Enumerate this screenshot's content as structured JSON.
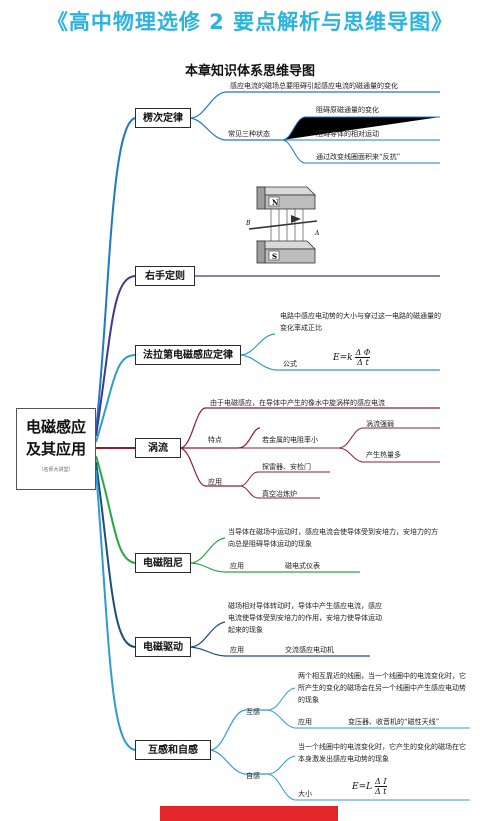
{
  "header": "《高中物理选修 2 要点解析与思维导图》",
  "subtitle": "本章知识体系思维导图",
  "central": {
    "title_line1": "电磁感应",
    "title_line2": "及其应用",
    "signature": "（名师大讲堂）"
  },
  "branches": {
    "lenz": {
      "label": "楞次定律",
      "content": "感应电流的磁场总要阻碍引起感应电流的磁通量的变化",
      "sub_label": "常见三种状态",
      "items": [
        "阻碍原磁通量的变化",
        "阻碍导体的相对运动",
        "通过改变线圈面积来“反抗”"
      ]
    },
    "right_hand": {
      "label": "右手定则",
      "figure_labels": [
        "N",
        "S",
        "A",
        "B"
      ]
    },
    "faraday": {
      "label": "法拉第电磁感应定律",
      "content": "电路中感应电动势的大小与穿过这一电路的磁通量的变化率成正比",
      "formula_label": "公式",
      "formula": {
        "lhs": "E",
        "k": "k",
        "num": "Δ Φ",
        "den": "Δ t"
      }
    },
    "eddy": {
      "label": "涡流",
      "content": "由于电磁感应，在导体中产生的像水中旋涡样的感应电流",
      "feature_label": "特点",
      "feature_text": "若金属的电阻率小",
      "feature_items": [
        "涡流强弱",
        "产生热量多"
      ],
      "app_label": "应用",
      "app_items": [
        "探雷器、安检门",
        "真空冶炼炉"
      ]
    },
    "damping": {
      "label": "电磁阻尼",
      "content": "当导体在磁场中运动时，感应电流会使导体受到安培力，安培力的方向总是阻碍导体运动的现象",
      "app_label": "应用",
      "app_value": "磁电式仪表"
    },
    "drive": {
      "label": "电磁驱动",
      "content": "磁场相对导体转动时，导体中产生感应电流，感应电流使导体受到安培力的作用，安培力使导体运动起来的现象",
      "app_label": "应用",
      "app_value": "交流感应电动机"
    },
    "mutual_self": {
      "label": "互感和自感",
      "mutual_label": "互感",
      "mutual_content": "两个相互靠近的线圈，当一个线圈中的电流变化时，它所产生的变化的磁场会在另一个线圈中产生感应电动势的现象",
      "mutual_app_label": "应用",
      "mutual_app_value": "变压器、收音机的“磁性天线”",
      "self_label": "自感",
      "self_content": "当一个线圈中的电流变化时，它产生的变化的磁场在它本身激发出感应电动势的现象",
      "self_size_label": "大小",
      "self_formula": {
        "lhs": "E",
        "k": "L",
        "num": "Δ I",
        "den": "Δ t"
      }
    }
  },
  "colors": {
    "header": "#2cb3df",
    "lenz": "#1f78c8",
    "right_hand": "#3f3a8c",
    "faraday": "#2ba0c4",
    "eddy": "#8e1c3b",
    "damping": "#27a845",
    "drive": "#1a4f7a",
    "mutual": "#2d9bd6",
    "banner": "#e3262a"
  }
}
